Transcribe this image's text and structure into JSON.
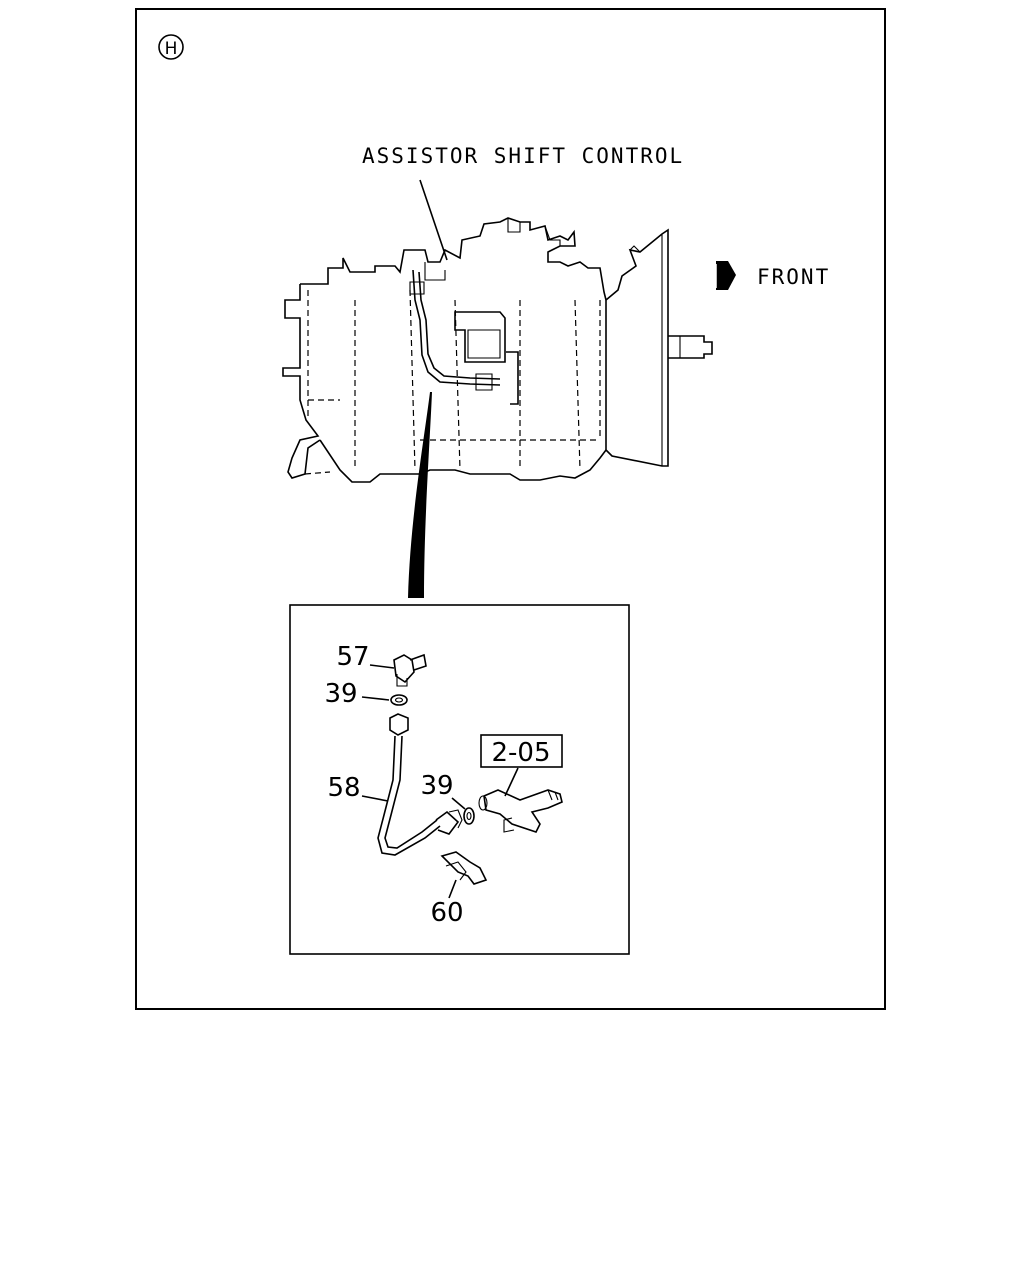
{
  "view_marker": "H",
  "callout_label": "ASSISTOR SHIFT CONTROL",
  "direction_label": "FRONT",
  "parts": [
    {
      "id": "57"
    },
    {
      "id": "39"
    },
    {
      "id": "58"
    },
    {
      "id": "39"
    },
    {
      "id": "2-05"
    },
    {
      "id": "60"
    }
  ]
}
